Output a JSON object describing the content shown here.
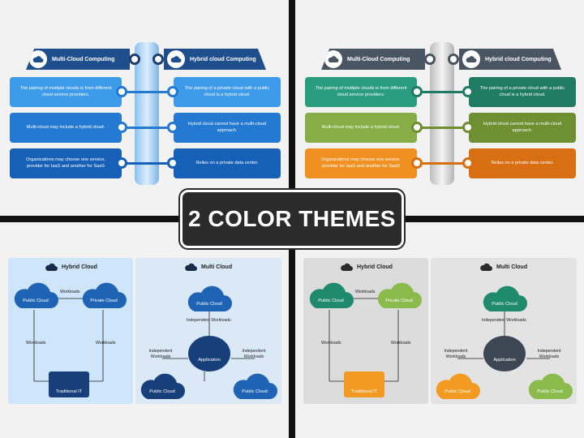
{
  "banner": "2 COLOR THEMES",
  "compare": {
    "multi_title": "Multi-Cloud Computing",
    "hybrid_title": "Hybrid cloud Computing",
    "multi_rows": [
      "The pairing of multiple clouds is from different cloud service providers.",
      "Multi-cloud may include a hybrid cloud.",
      "Organizations may choose one service, provider for IaaS and another for SaaS"
    ],
    "hybrid_rows": [
      "The pairing of a private cloud with a public cloud is a hybrid cloud.",
      "Hybrid cloud cannot have a multi-cloud approach.",
      "Relies on a private data center."
    ]
  },
  "diagram": {
    "hybrid_title": "Hybrid Cloud",
    "multi_title": "Multi Cloud",
    "public_cloud": "Public Cloud",
    "private_cloud": "Private Cloud",
    "traditional_it": "Traditional IT",
    "workloads": "Workloads",
    "independent_workloads": "Independent Workloads",
    "independent_workloads_split": "Independent\nWorkloads",
    "application": "Application"
  },
  "themes": {
    "blue": {
      "header": "#1f4e8c",
      "row1": "#3d9be9",
      "row2": "#2479d0",
      "row3": "#1760b8",
      "cloud": "#1f64b4",
      "cloud_dark": "#173f7a",
      "panel_left": "#cfe5fa",
      "panel_right": "#dbe9f7",
      "pillar": "#a9cdf0",
      "accent": "#2b6fc0"
    },
    "multi": {
      "header": "#4a5563",
      "row1": "#2a9d80",
      "row2": "#86ad46",
      "row3": "#ef9021",
      "row1r": "#1f7b62",
      "row2r": "#6f8f33",
      "row3r": "#d86f13",
      "cloud": "#1f8a6e",
      "cloud_green": "#8bbb4d",
      "cloud_orange": "#f29a22",
      "cloud_dark": "#3d4653",
      "panel_left": "#dcdcdc",
      "panel_right": "#e3e3e3",
      "pillar": "#d9d9d9"
    }
  }
}
